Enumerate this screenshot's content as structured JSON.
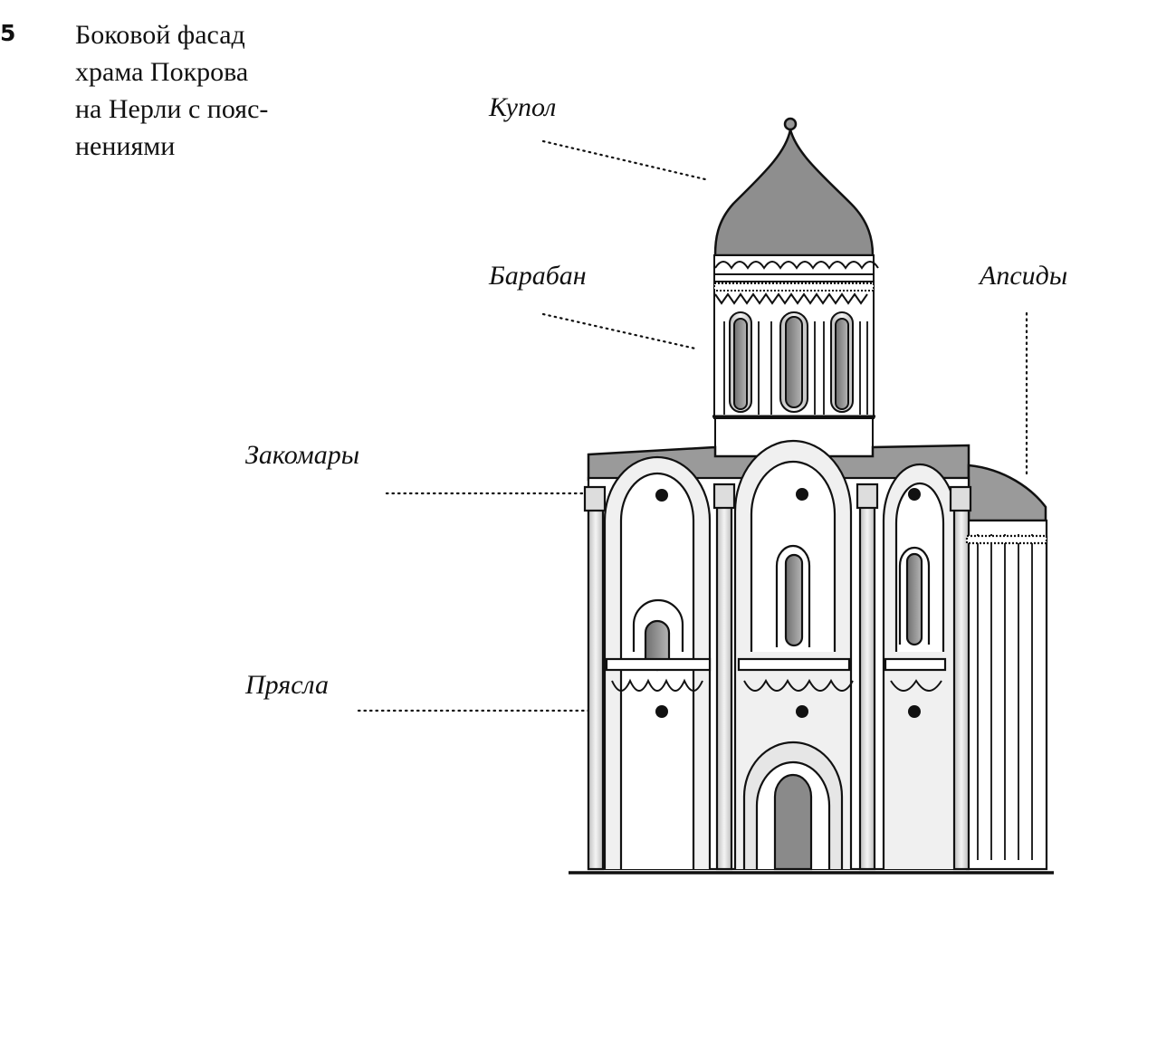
{
  "figure": {
    "number": "5",
    "caption_lines": [
      "Боковой фасад",
      "храма Покрова",
      "на Нерли с пояс-",
      "нениями"
    ]
  },
  "labels": {
    "dome": "Купол",
    "drum": "Барабан",
    "apses": "Апсиды",
    "zakomary": "Закомары",
    "bays": "Прясла"
  },
  "colors": {
    "ink": "#111111",
    "dome_fill": "#8c8c8c",
    "roof_fill": "#9a9a9a",
    "shade": "#c8c8c8",
    "door_fill": "#8a8a8a"
  }
}
